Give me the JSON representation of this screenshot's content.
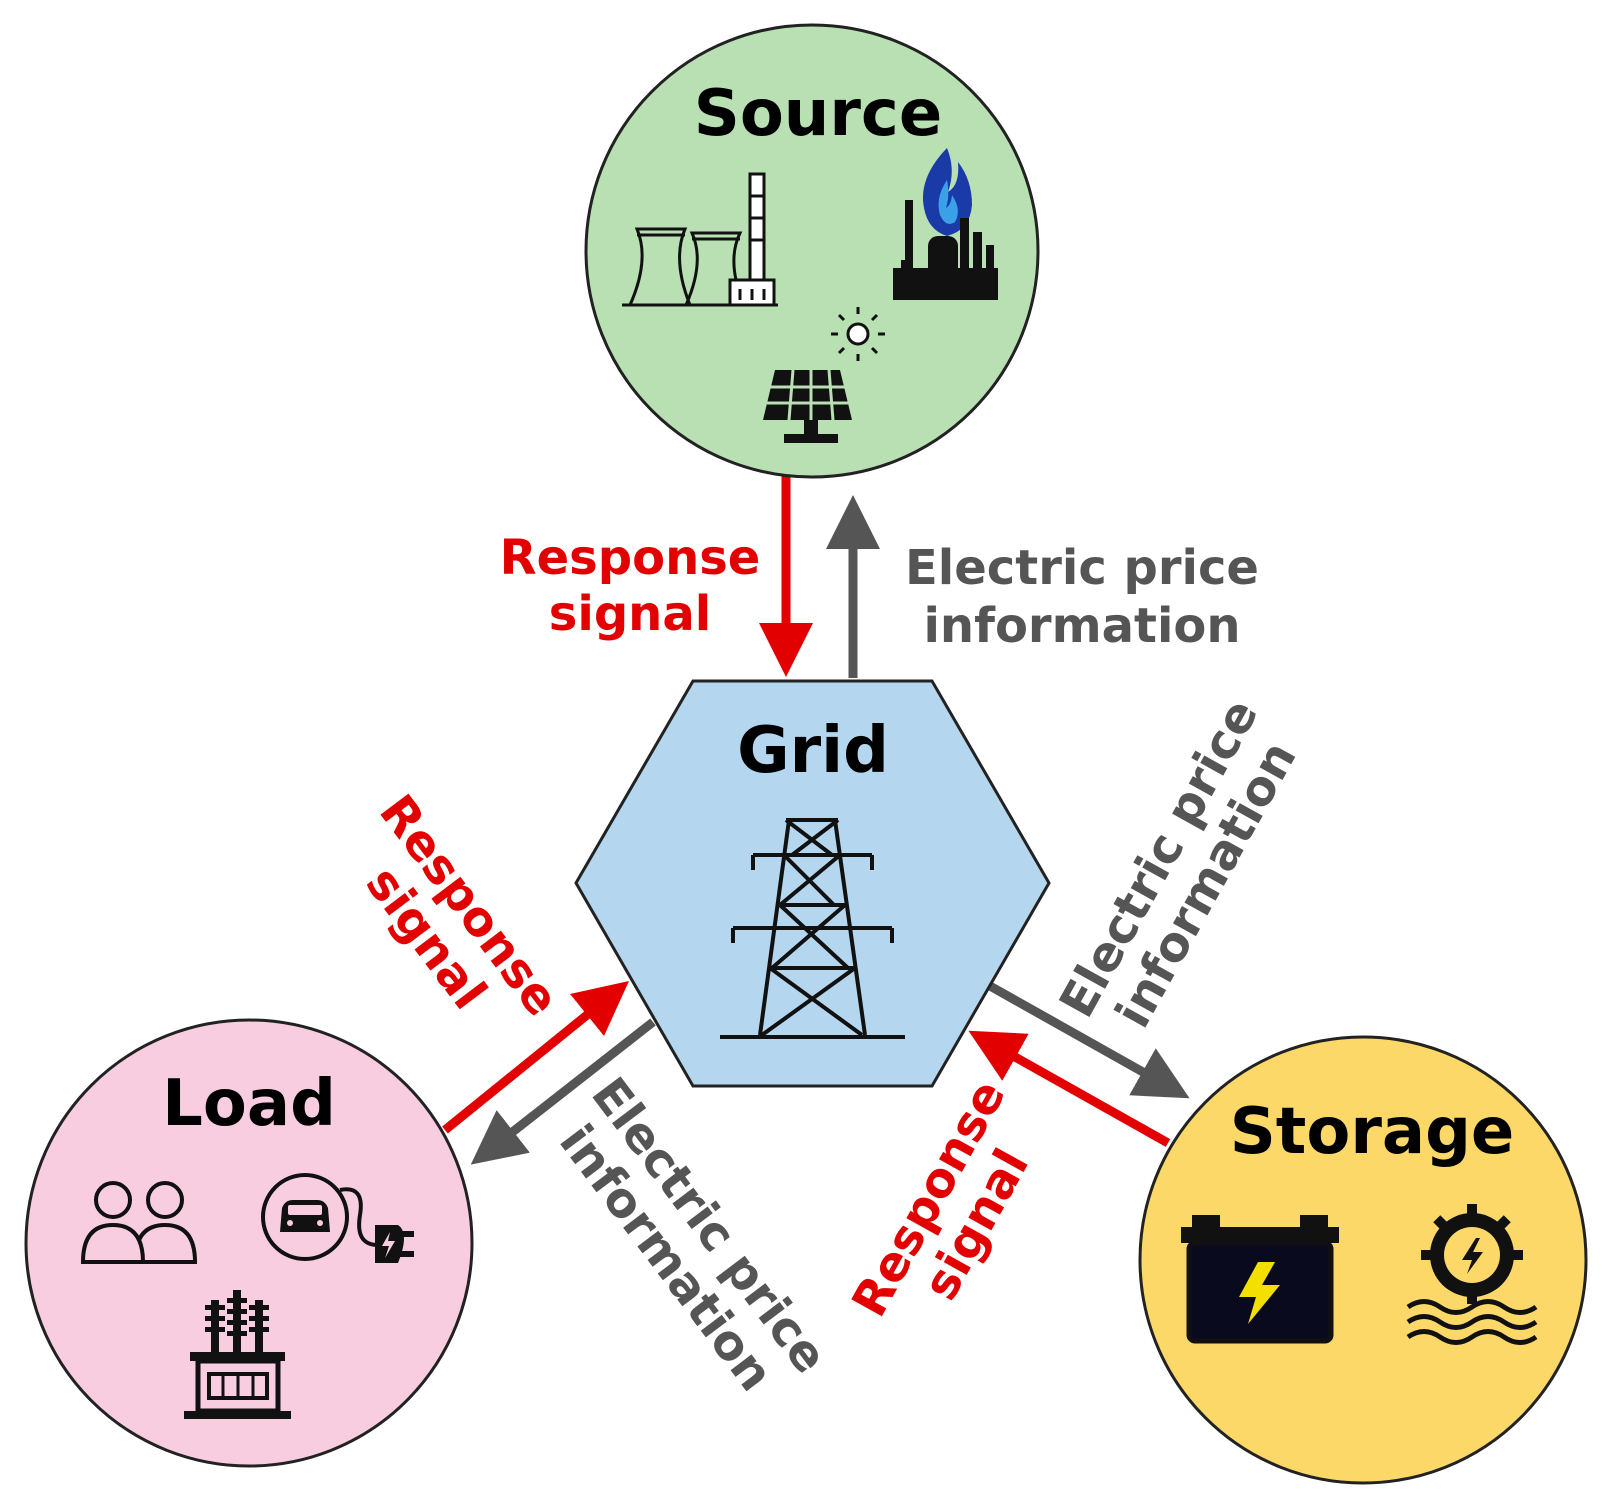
{
  "colors": {
    "source_fill": "#b8e0b3",
    "grid_fill": "#b4d6ee",
    "load_fill": "#f8cde0",
    "storage_fill": "#fbd868",
    "response_arrow": "#e30000",
    "price_arrow": "#555555",
    "outline": "#222222"
  },
  "nodes": {
    "source": {
      "title": "Source",
      "icons": [
        "cooling-tower-plant-icon",
        "gas-refinery-icon",
        "sun-icon",
        "solar-panel-icon"
      ]
    },
    "grid": {
      "title": "Grid",
      "icons": [
        "transmission-tower-icon"
      ]
    },
    "load": {
      "title": "Load",
      "icons": [
        "users-icon",
        "ev-charging-icon",
        "transformer-icon"
      ]
    },
    "storage": {
      "title": "Storage",
      "icons": [
        "battery-icon",
        "hydro-turbine-icon"
      ]
    }
  },
  "edges": {
    "source_response": {
      "line1": "Response",
      "line2": "signal"
    },
    "source_price": {
      "line1": "Electric price",
      "line2": "information"
    },
    "load_response": {
      "line1": "Response",
      "line2": "signal"
    },
    "load_price": {
      "line1": "Electric price",
      "line2": "information"
    },
    "storage_response": {
      "line1": "Response",
      "line2": "signal"
    },
    "storage_price": {
      "line1": "Electric price",
      "line2": "information"
    }
  }
}
